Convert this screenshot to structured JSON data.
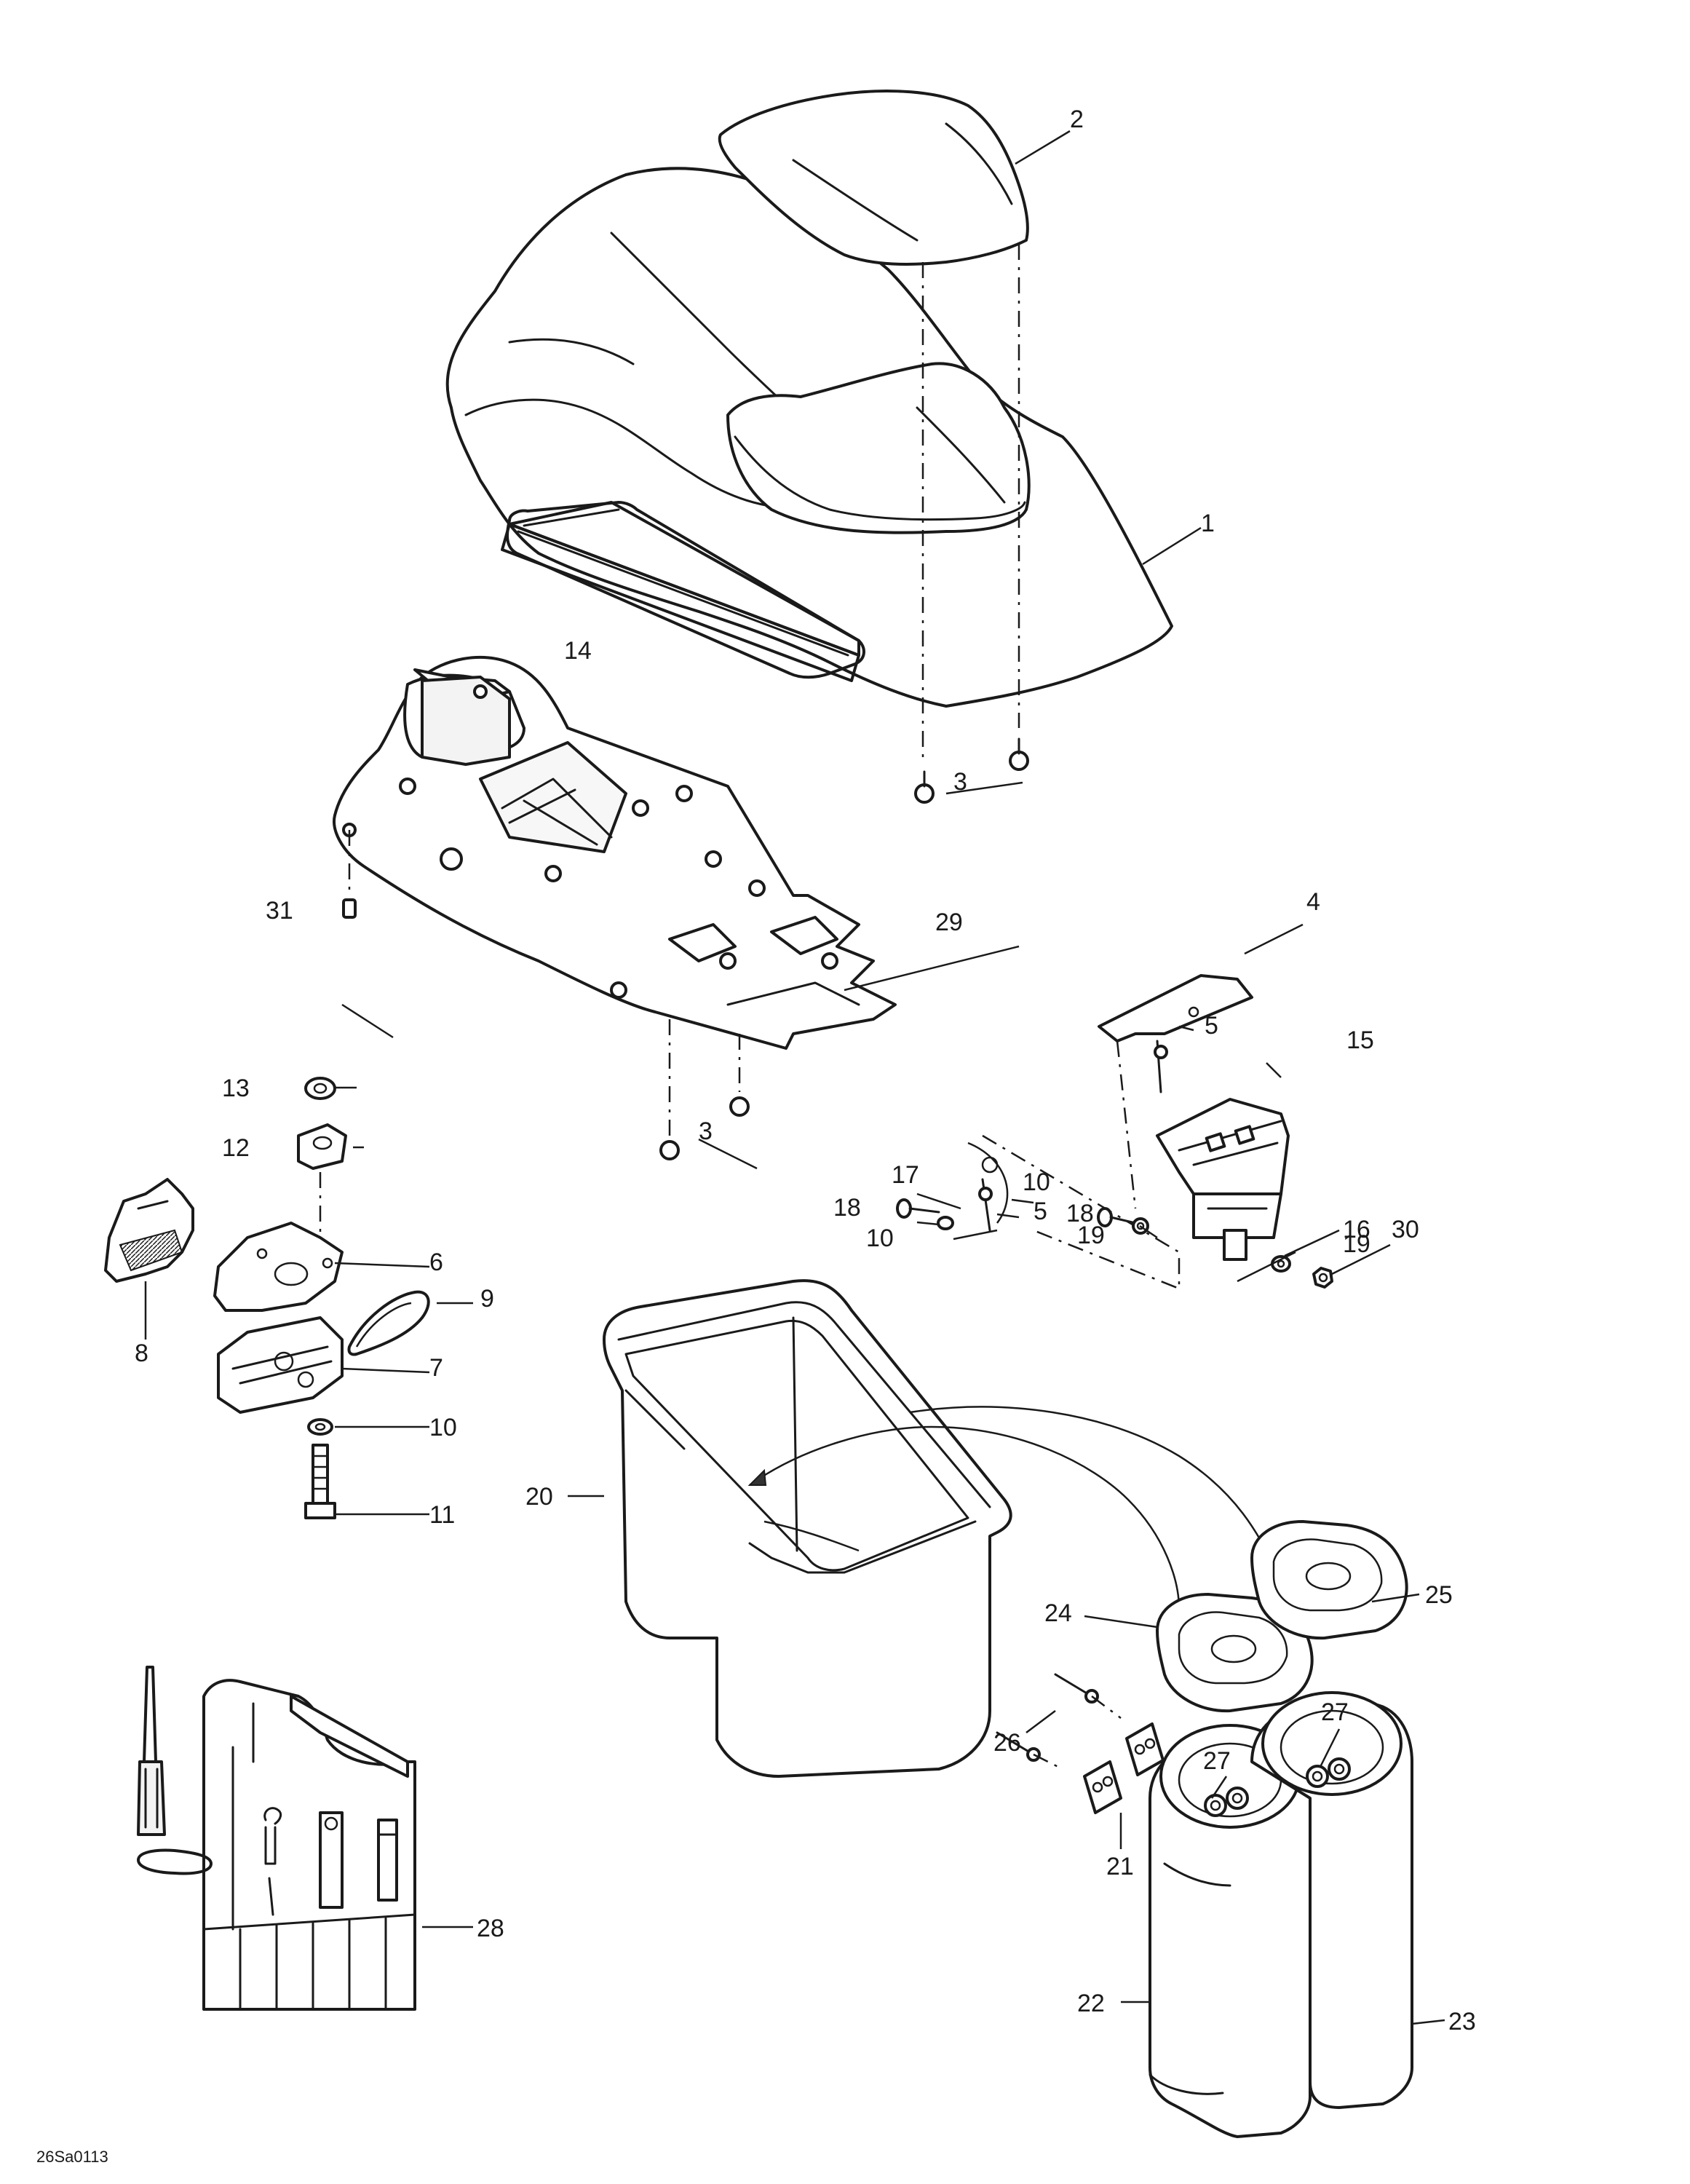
{
  "diagram": {
    "reference_code": "26Sa0113",
    "callouts": {
      "c1": "1",
      "c2": "2",
      "c3a": "3",
      "c3b": "3",
      "c4": "4",
      "c5a": "5",
      "c5b": "5",
      "c6": "6",
      "c7": "7",
      "c8": "8",
      "c9": "9",
      "c10a": "10",
      "c10b": "10",
      "c10c": "10",
      "c11": "11",
      "c12": "12",
      "c13": "13",
      "c14": "14",
      "c15": "15",
      "c16": "16",
      "c17": "17",
      "c18a": "18",
      "c18b": "18",
      "c19a": "19",
      "c19b": "19",
      "c20": "20",
      "c21": "21",
      "c22": "22",
      "c23": "23",
      "c24": "24",
      "c25": "25",
      "c26": "26",
      "c27a": "27",
      "c27b": "27",
      "c28": "28",
      "c29": "29",
      "c30": "30",
      "c31": "31"
    }
  }
}
